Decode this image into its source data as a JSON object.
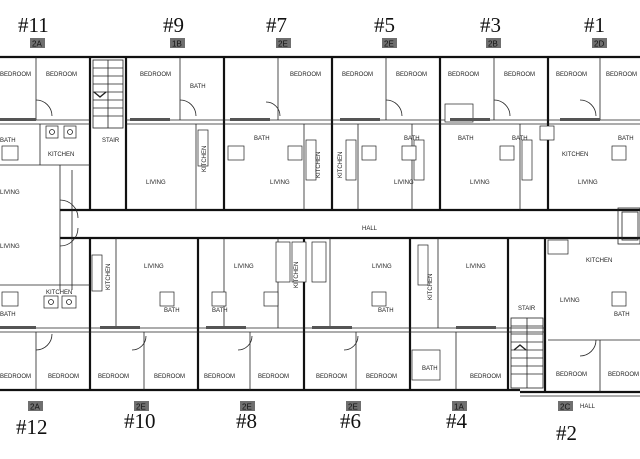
{
  "units_top": [
    {
      "number": "#11",
      "type": "2A"
    },
    {
      "number": "#9",
      "type": "1B"
    },
    {
      "number": "#7",
      "type": "2E"
    },
    {
      "number": "#5",
      "type": "2E"
    },
    {
      "number": "#3",
      "type": "2B"
    },
    {
      "number": "#1",
      "type": "2D"
    }
  ],
  "units_bottom": [
    {
      "number": "#12",
      "type": "2A"
    },
    {
      "number": "#10",
      "type": "2E"
    },
    {
      "number": "#8",
      "type": "2E"
    },
    {
      "number": "#6",
      "type": "2E"
    },
    {
      "number": "#4",
      "type": "1A"
    },
    {
      "number": "#2",
      "type": "2C"
    }
  ],
  "labels": {
    "bedroom": "BEDROOM",
    "bath": "BATH",
    "kitchen": "KITCHEN",
    "living": "LIVING",
    "stair": "STAIR",
    "hall": "HALL"
  }
}
